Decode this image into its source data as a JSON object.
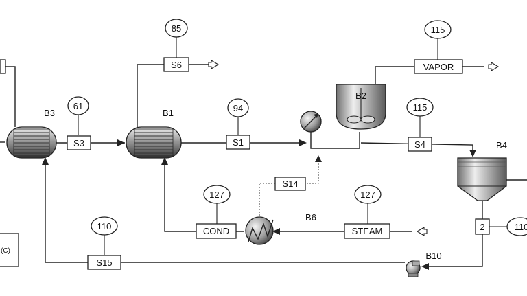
{
  "blocks": {
    "b3": "B3",
    "b1": "B1",
    "b2": "B2",
    "b4": "B4",
    "b6": "B6",
    "b10": "B10"
  },
  "streams": {
    "s3": "S3",
    "s6": "S6",
    "s1": "S1",
    "s4": "S4",
    "s14": "S14",
    "s15": "S15",
    "vapor": "VAPOR",
    "cond": "COND",
    "steam": "STEAM",
    "split2": "2"
  },
  "temps": {
    "s3": "61",
    "s6": "85",
    "s1": "94",
    "vapor": "115",
    "s4": "115",
    "cond": "127",
    "steam": "127",
    "s15": "110",
    "split2": "110"
  },
  "legend_box": "(C)"
}
